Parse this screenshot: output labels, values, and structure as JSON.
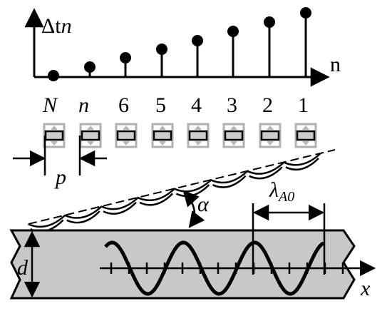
{
  "diagram": {
    "chart_axis_y_label": "Δt",
    "chart_axis_y_sub": "n",
    "chart_axis_x_label": "n",
    "element_labels": [
      "N",
      "n",
      "6",
      "5",
      "4",
      "3",
      "2",
      "1"
    ],
    "element_labels_italic": [
      true,
      true,
      false,
      false,
      false,
      false,
      false,
      false
    ],
    "pitch_label": "p",
    "angle_label": "α",
    "wavelength_label": "λ",
    "wavelength_sub": "A0",
    "thickness_label": "d",
    "propagation_label": "x"
  },
  "colors": {
    "ink": "#000000",
    "plate": "#c8c8c8",
    "element_box": "#cccccc",
    "element_outer": "#b0b0b0"
  }
}
